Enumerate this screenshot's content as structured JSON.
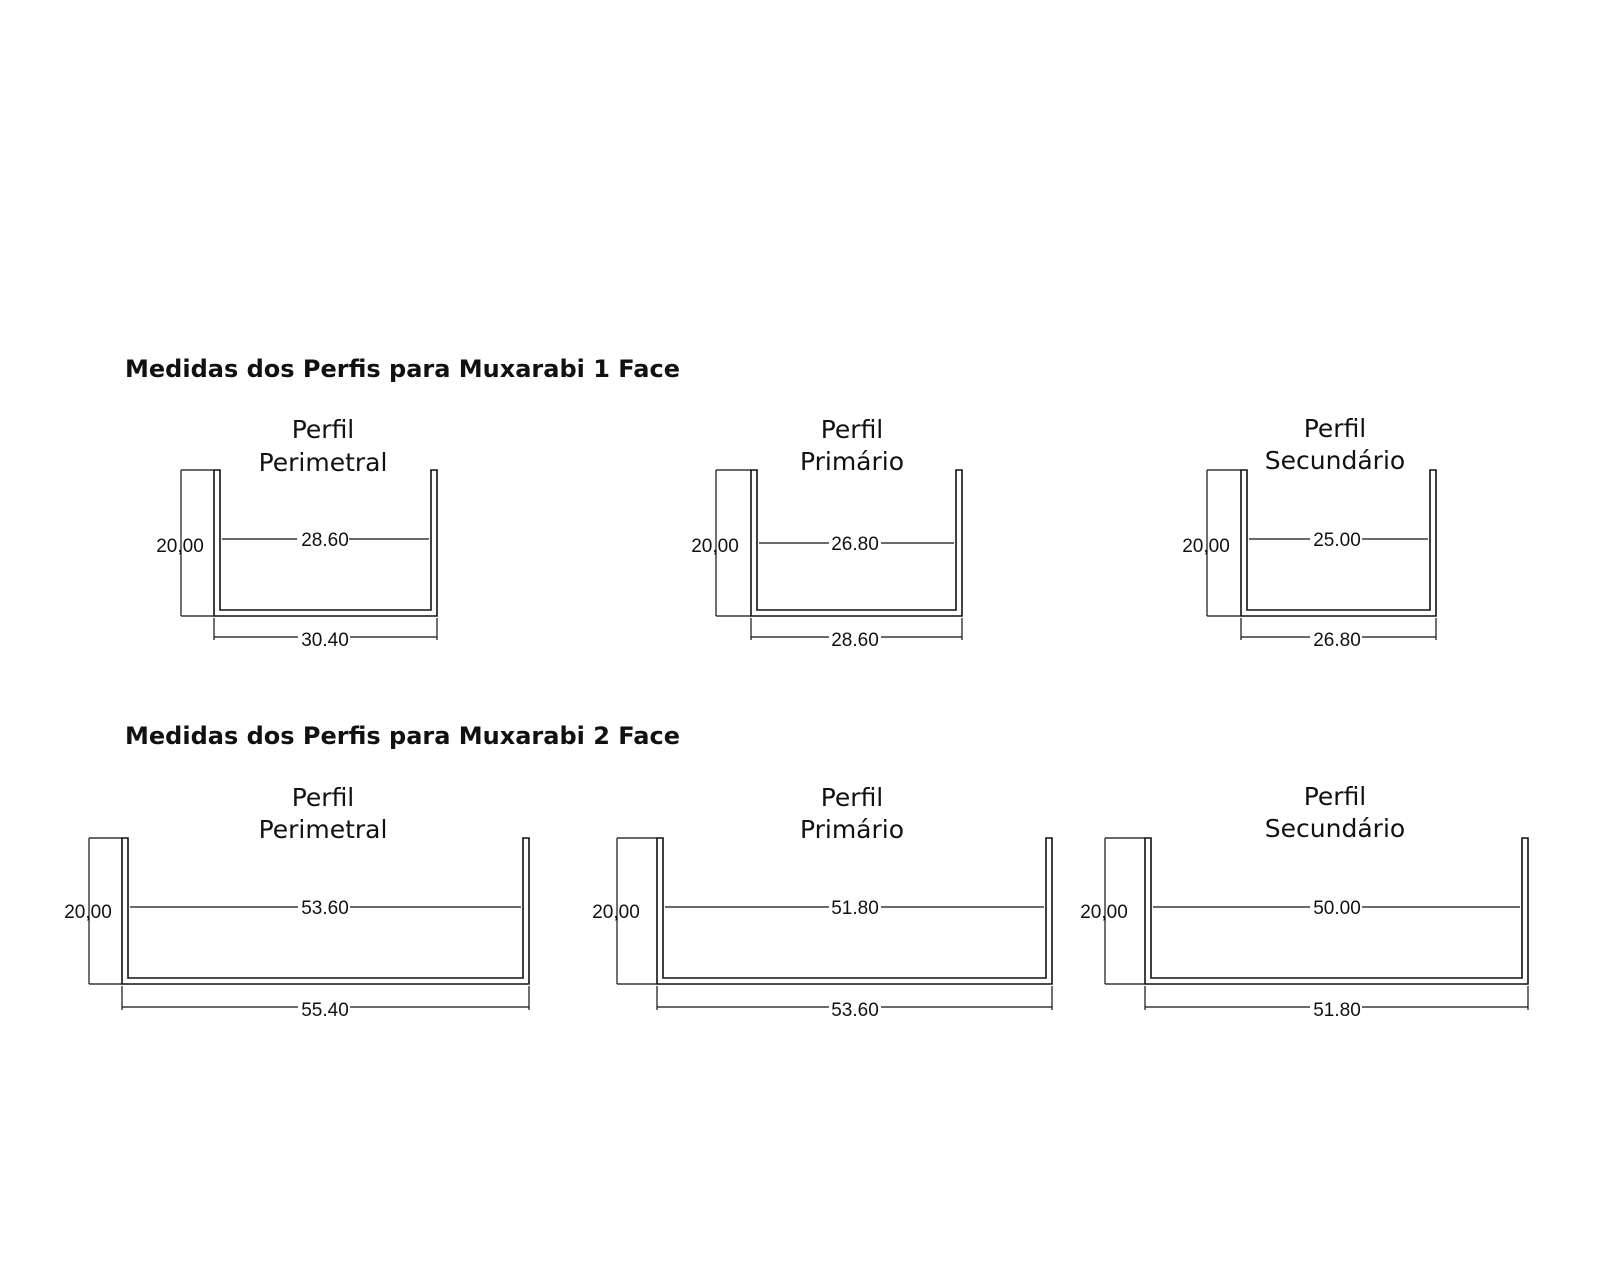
{
  "sections": [
    {
      "title": "Medidas dos Perfis para Muxarabi 1 Face",
      "profiles": [
        {
          "title_line1": "Perfil",
          "title_line2": "Perimetral",
          "height": "20,00",
          "inner": "28.60",
          "outer": "30.40"
        },
        {
          "title_line1": "Perfil",
          "title_line2": "Primário",
          "height": "20,00",
          "inner": "26.80",
          "outer": "28.60"
        },
        {
          "title_line1": "Perfil",
          "title_line2": "Secundário",
          "height": "20,00",
          "inner": "25.00",
          "outer": "26.80"
        }
      ]
    },
    {
      "title": "Medidas dos Perfis para Muxarabi 2 Face",
      "profiles": [
        {
          "title_line1": "Perfil",
          "title_line2": "Perimetral",
          "height": "20,00",
          "inner": "53.60",
          "outer": "55.40"
        },
        {
          "title_line1": "Perfil",
          "title_line2": "Primário",
          "height": "20,00",
          "inner": "51.80",
          "outer": "53.60"
        },
        {
          "title_line1": "Perfil",
          "title_line2": "Secundário",
          "height": "20,00",
          "inner": "50.00",
          "outer": "51.80"
        }
      ]
    }
  ]
}
